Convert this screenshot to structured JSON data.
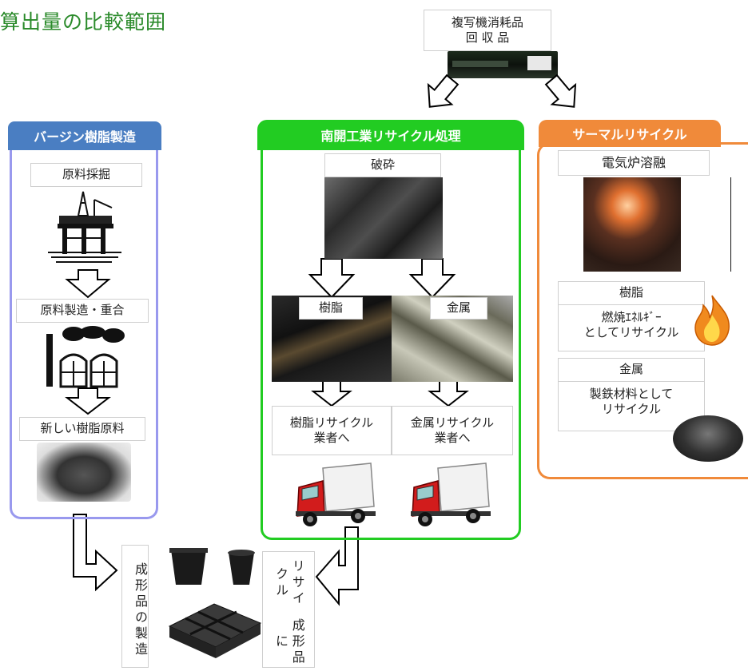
{
  "page_title": "算出量の比較範囲",
  "colors": {
    "title": "#2a8a2a",
    "virgin": "#4a7ec2",
    "nankai": "#22cc22",
    "thermal": "#f08a3a",
    "virgin_border": "#9999ee"
  },
  "top": {
    "collect_line1": "複写機消耗品",
    "collect_line2": "回 収 品"
  },
  "virgin": {
    "header": "バージン樹脂製造",
    "step1": "原料採掘",
    "step2": "原料製造・重合",
    "step3": "新しい樹脂原料"
  },
  "nankai": {
    "header": "南開工業リサイクル処理",
    "crush": "破砕",
    "resin": "樹脂",
    "metal": "金属",
    "resin_dest_line1": "樹脂リサイクル",
    "resin_dest_line2": "業者へ",
    "metal_dest_line1": "金属リサイクル",
    "metal_dest_line2": "業者へ"
  },
  "thermal": {
    "header": "サーマルリサイクル",
    "furnace": "電気炉溶融",
    "resin": "樹脂",
    "resin_desc_line1": "燃焼ｴﾈﾙｷﾞｰ",
    "resin_desc_line2": "としてリサイクル",
    "metal": "金属",
    "metal_desc_line1": "製鉄材料として",
    "metal_desc_line2": "リサイクル"
  },
  "bottom": {
    "molding": "成形品の製造",
    "recycle_line1": "成形品に",
    "recycle_line2": "リサイクル"
  }
}
